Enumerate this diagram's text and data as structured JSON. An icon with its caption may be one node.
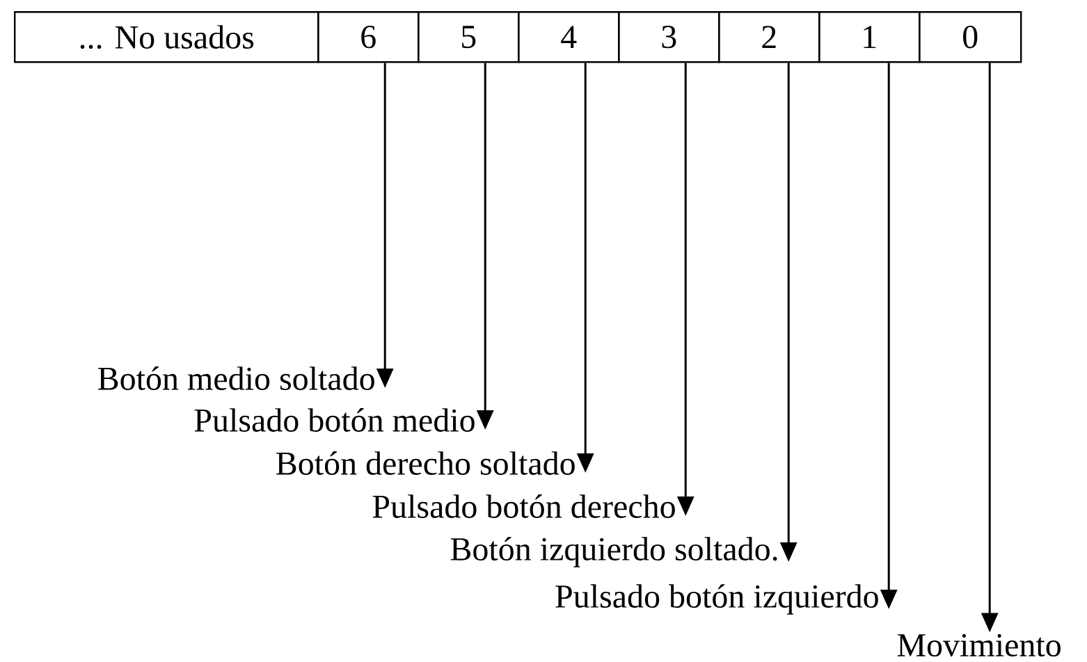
{
  "diagram": {
    "nodes": [
      {
        "text": [
          "... No usados"
        ]
      },
      {
        "text": [
          "6"
        ]
      },
      {
        "text": [
          "5"
        ]
      },
      {
        "text": [
          "4"
        ]
      },
      {
        "text": [
          "3"
        ]
      },
      {
        "text": [
          "2"
        ]
      },
      {
        "text": [
          "1"
        ]
      },
      {
        "text": [
          "0"
        ]
      },
      {
        "text": [
          "Botón medio soltado"
        ]
      },
      {
        "text": [
          "Pulsado botón medio"
        ]
      },
      {
        "text": [
          "Botón derecho soltado"
        ]
      },
      {
        "text": [
          "Pulsado botón derecho"
        ]
      },
      {
        "text": [
          "Botón izquierdo soltado."
        ]
      },
      {
        "text": [
          "Pulsado botón izquierdo"
        ]
      },
      {
        "text": [
          "Movimiento"
        ]
      }
    ],
    "edges": [
      {
        "from": 1,
        "to": 8,
        "arrow": "to"
      },
      {
        "from": 2,
        "to": 9,
        "arrow": "to"
      },
      {
        "from": 3,
        "to": 10,
        "arrow": "to"
      },
      {
        "from": 4,
        "to": 11,
        "arrow": "to"
      },
      {
        "from": 5,
        "to": 12,
        "arrow": "to"
      },
      {
        "from": 6,
        "to": 13,
        "arrow": "to"
      },
      {
        "from": 7,
        "to": 14,
        "arrow": "to"
      }
    ]
  }
}
